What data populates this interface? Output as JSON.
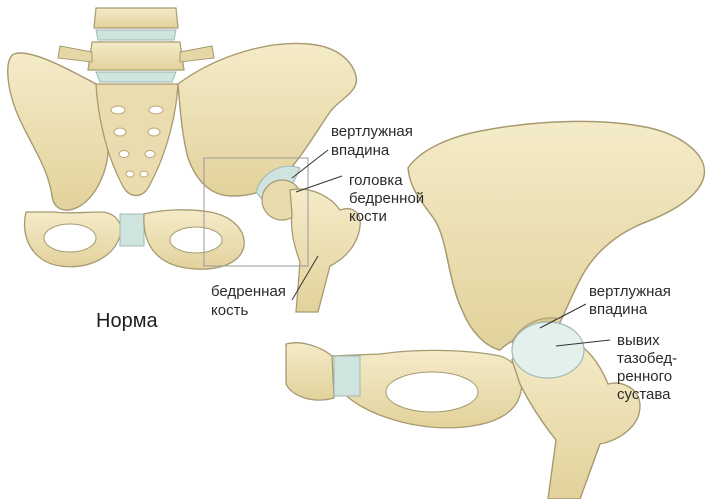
{
  "labels": {
    "normal_acetabulum": [
      "вертлужная",
      "впадина"
    ],
    "femoral_head": [
      "головка",
      "бедренной",
      "кости"
    ],
    "femur": [
      "бедренная",
      "кость"
    ],
    "normal_caption": "Норма",
    "dislocated_acetabulum": [
      "вертлужная",
      "впадина"
    ],
    "dislocation": [
      "вывих",
      "тазобед-",
      "ренного",
      "сустава"
    ]
  },
  "colors": {
    "bone": "#efe3b8",
    "bone_shadow": "#d9c68e",
    "bone_outline": "#a89a70",
    "cartilage": "#cfe4df",
    "leader_line": "#333333",
    "inset_box": "#9a9a9a"
  }
}
